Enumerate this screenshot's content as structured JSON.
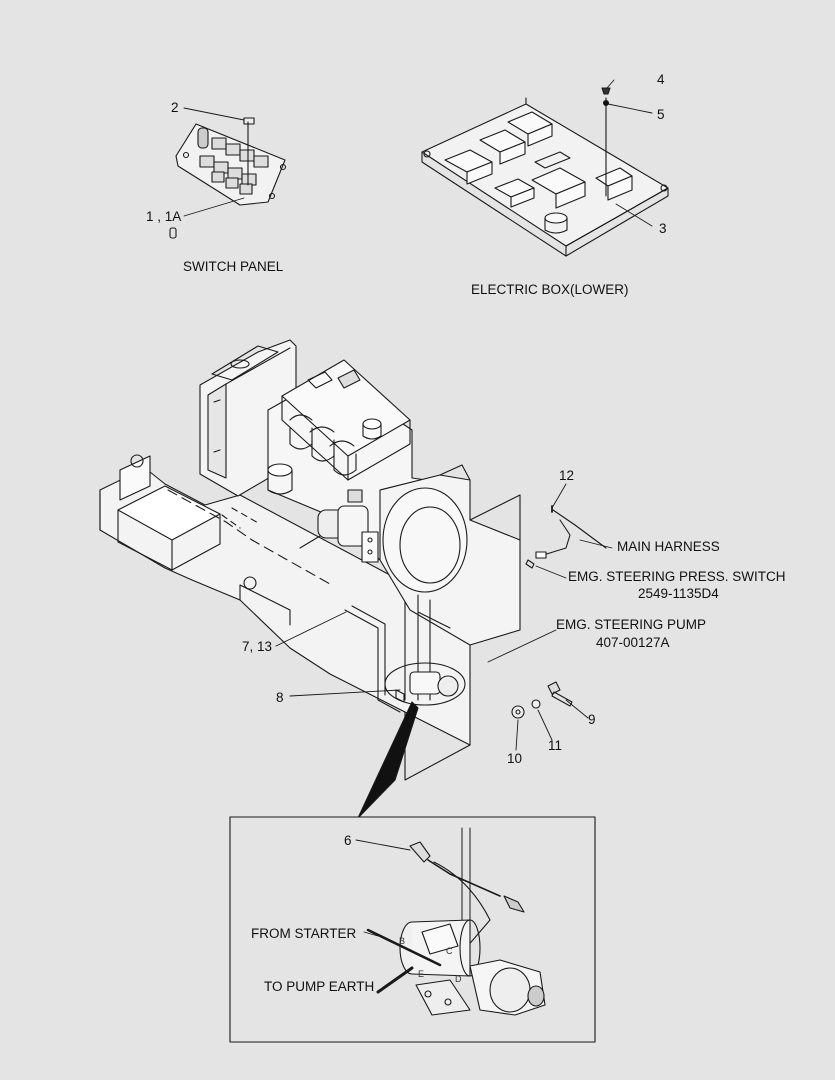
{
  "labels": {
    "switch_panel": "SWITCH PANEL",
    "electric_box": "ELECTRIC BOX(LOWER)",
    "main_harness": "MAIN HARNESS",
    "press_switch": "EMG. STEERING PRESS. SWITCH",
    "press_switch_pn": "2549-1135D4",
    "pump": "EMG. STEERING PUMP",
    "pump_pn": "407-00127A",
    "from_starter": "FROM STARTER",
    "to_pump_earth": "TO PUMP EARTH"
  },
  "callouts": {
    "c1": "1 , 1A",
    "c2": "2",
    "c3": "3",
    "c4": "4",
    "c5": "5",
    "c6": "6",
    "c7": "7, 13",
    "c8": "8",
    "c9": "9",
    "c10": "10",
    "c11": "11",
    "c12": "12"
  },
  "terminals": {
    "b": "B",
    "c": "C",
    "d": "D",
    "e": "E"
  }
}
